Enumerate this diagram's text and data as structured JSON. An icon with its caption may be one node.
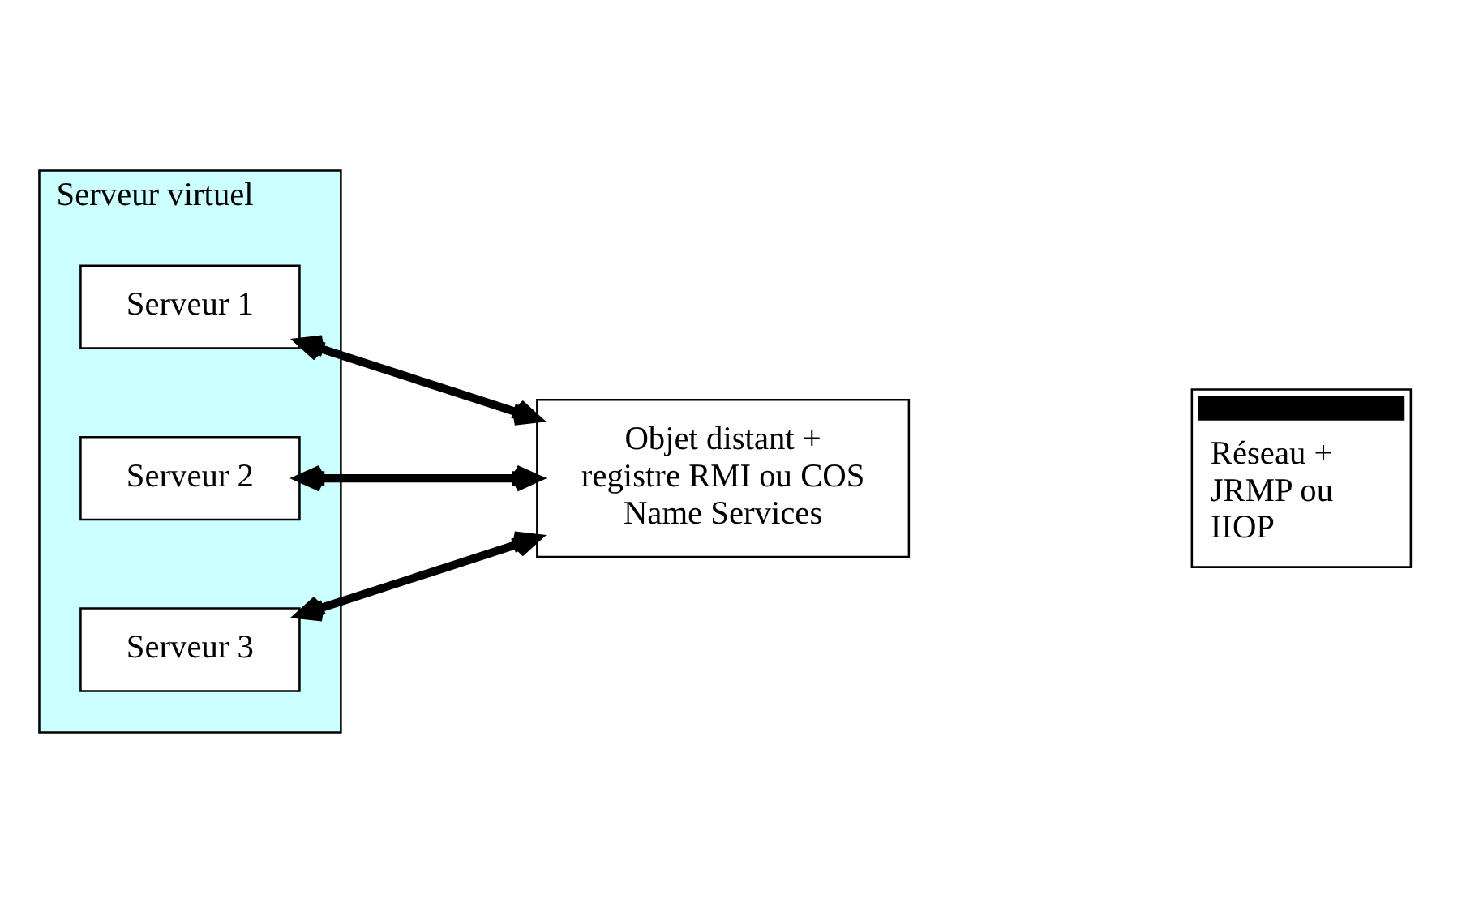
{
  "diagram": {
    "nodes": [
      {
        "text": [
          "Serveur virtuel"
        ]
      },
      {
        "text": [
          "Serveur 1"
        ],
        "in": 0
      },
      {
        "text": [
          "Serveur 2"
        ],
        "in": 0
      },
      {
        "text": [
          "Serveur 3"
        ],
        "in": 0
      },
      {
        "text": [
          "Objet distant + registre RMI ou COS Name Services"
        ]
      }
    ],
    "edges": [
      {
        "from": 1,
        "to": 4,
        "arrow": "both"
      },
      {
        "from": 2,
        "to": 4,
        "arrow": "both"
      },
      {
        "from": 3,
        "to": 4,
        "arrow": "both"
      }
    ],
    "legend": [
      {
        "text": "Réseau + JRMP ou IIOP"
      }
    ]
  }
}
